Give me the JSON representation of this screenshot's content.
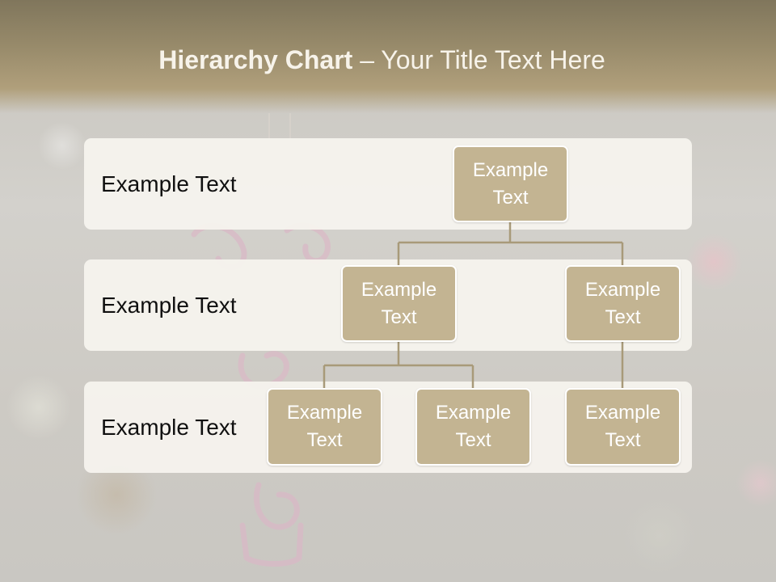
{
  "slide": {
    "title_bold": "Hierarchy Chart",
    "title_sep": " – ",
    "title_rest": "Your Title Text Here"
  },
  "bands": [
    {
      "label": "Example Text"
    },
    {
      "label": "Example Text"
    },
    {
      "label": "Example Text"
    }
  ],
  "nodes": {
    "root": "Example Text",
    "level2_left": "Example Text",
    "level2_right": "Example Text",
    "level3_left": "Example Text",
    "level3_middle": "Example Text",
    "level3_right": "Example Text"
  },
  "colors": {
    "node_fill": "#c3b492",
    "node_border": "#ffffff",
    "connector": "#a89a79",
    "band_fill": "#f6f4ef",
    "title_band": "#978a6a"
  }
}
